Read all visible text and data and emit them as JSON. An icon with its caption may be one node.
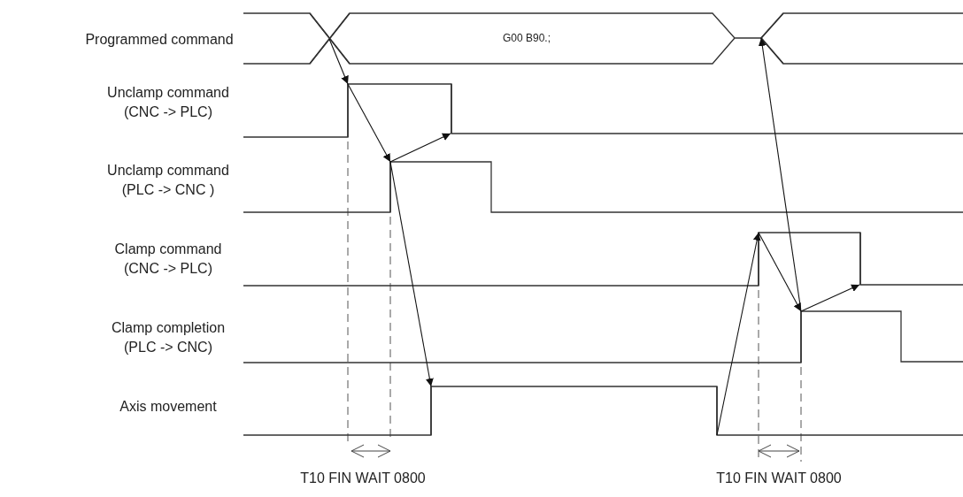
{
  "diagram": {
    "nodes": [
      {
        "text": [],
        "shape": "line"
      },
      {
        "text": [],
        "shape": "line"
      },
      {
        "text": [],
        "shape": "line"
      },
      {
        "text": [],
        "shape": "line"
      },
      {
        "text": [],
        "shape": "line"
      },
      {
        "text": [],
        "shape": "line"
      },
      {
        "text": [],
        "shape": "line"
      },
      {
        "text": [],
        "shape": "line"
      },
      {
        "text": [],
        "shape": "line"
      },
      {
        "text": [],
        "shape": "line"
      }
    ],
    "edges": [
      {
        "from": 0,
        "to": 1,
        "arrow": "to"
      },
      {
        "from": 1,
        "to": 2,
        "arrow": "to"
      },
      {
        "from": 2,
        "to": 4,
        "arrow": "to"
      },
      {
        "from": 2,
        "to": 3,
        "arrow": "to"
      },
      {
        "from": 5,
        "to": 6,
        "arrow": "to"
      },
      {
        "from": 6,
        "to": 8,
        "arrow": "to"
      },
      {
        "from": 8,
        "to": 9,
        "arrow": "to"
      },
      {
        "from": 8,
        "to": 7,
        "arrow": "to"
      }
    ],
    "labels": [
      "Programmed command",
      "G00 B90.;",
      "Unclamp command (CNC -> PLC)",
      "Unclamp command (PLC -> CNC )",
      "Clamp command (CNC -> PLC)",
      "Clamp completion (PLC -> CNC)",
      "Axis movement",
      "T10 FIN WAIT 0800",
      "T10 FIN WAIT 0800"
    ]
  }
}
